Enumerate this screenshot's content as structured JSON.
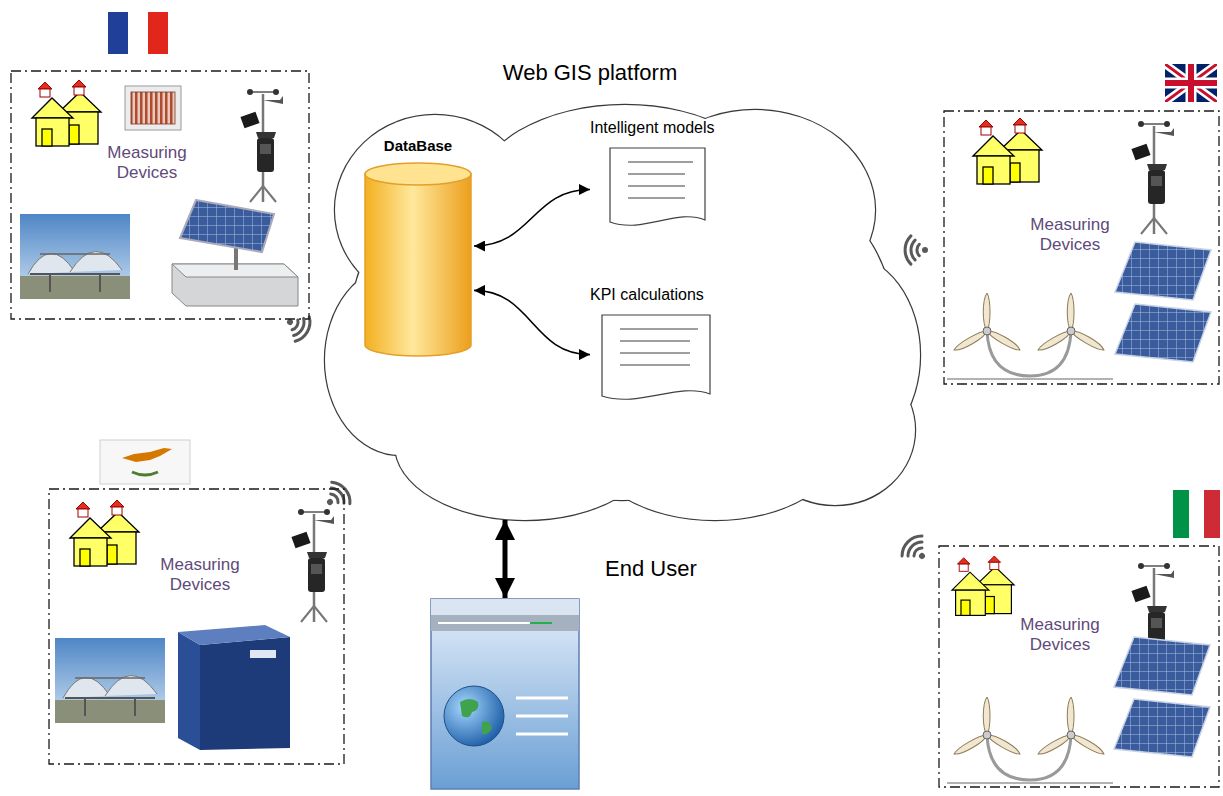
{
  "diagram": {
    "nodes": [
      {
        "text": [
          "Measuring Devices"
        ]
      },
      {
        "text": [
          "Measuring Devices"
        ]
      },
      {
        "text": [
          "Web GIS platform"
        ]
      },
      {
        "text": [
          "DataBase"
        ],
        "in": 2
      },
      {
        "text": [
          "Intelligent models"
        ],
        "in": 2
      },
      {
        "text": [
          "KPI calculations"
        ],
        "in": 2
      },
      {
        "text": [
          "Measuring Devices"
        ]
      },
      {
        "text": [
          "Measuring Devices"
        ]
      },
      {
        "text": [
          "End User"
        ]
      }
    ],
    "edges": [
      {
        "from": 3,
        "to": 4,
        "arrow": "both"
      },
      {
        "from": 3,
        "to": 5,
        "arrow": "both"
      },
      {
        "from": 2,
        "to": 8,
        "arrow": "both"
      }
    ]
  }
}
